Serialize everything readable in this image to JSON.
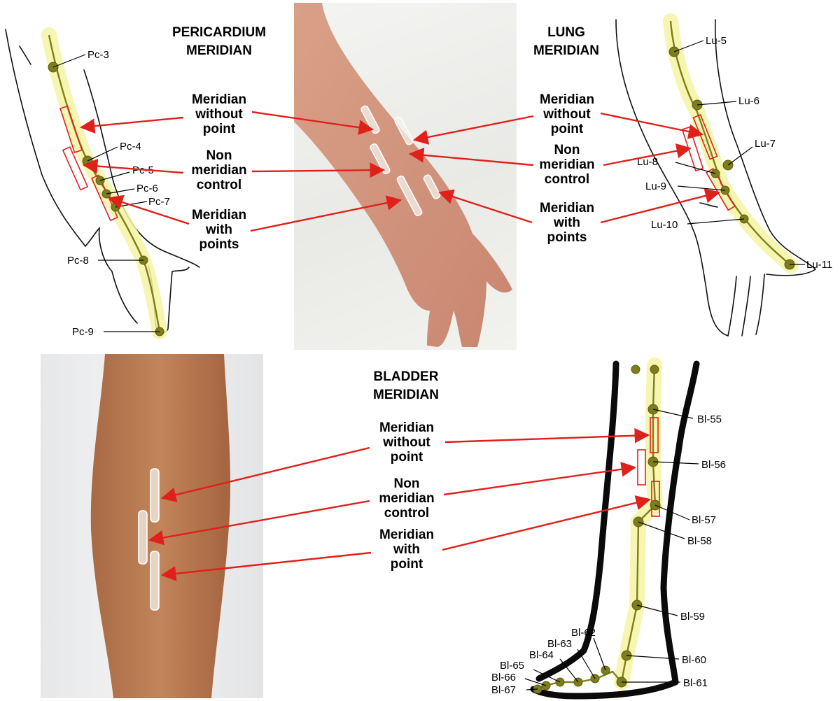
{
  "titles": {
    "pericardium": [
      "PERICARDIUM",
      "MERIDIAN"
    ],
    "lung": [
      "LUNG",
      "MERIDIAN"
    ],
    "bladder": [
      "BLADDER",
      "MERIDIAN"
    ]
  },
  "labels": {
    "without_point": [
      "Meridian",
      "without",
      "point"
    ],
    "non_meridian": [
      "Non",
      "meridian",
      "control"
    ],
    "with_points": [
      "Meridian",
      "with",
      "points"
    ],
    "with_point": [
      "Meridian",
      "with",
      "point"
    ]
  },
  "pericardium_points": [
    "Pc-3",
    "Pc-4",
    "Pc-5",
    "Pc-6",
    "Pc-7",
    "Pc-8",
    "Pc-9"
  ],
  "lung_points": [
    "Lu-5",
    "Lu-6",
    "Lu-7",
    "Lu-8",
    "Lu-9",
    "Lu-10",
    "Lu-11"
  ],
  "bladder_points": [
    "Bl-55",
    "Bl-56",
    "Bl-57",
    "Bl-58",
    "Bl-59",
    "Bl-60",
    "Bl-61",
    "Bl-62",
    "Bl-63",
    "Bl-64",
    "Bl-65",
    "Bl-66",
    "Bl-67"
  ],
  "colors": {
    "arrow": "#e0201b",
    "meridian_line": "#7f7f16",
    "meridian_highlight": "#f4f4a4",
    "acupoint": "#7d7d1b",
    "placement_box": "#e02020"
  }
}
